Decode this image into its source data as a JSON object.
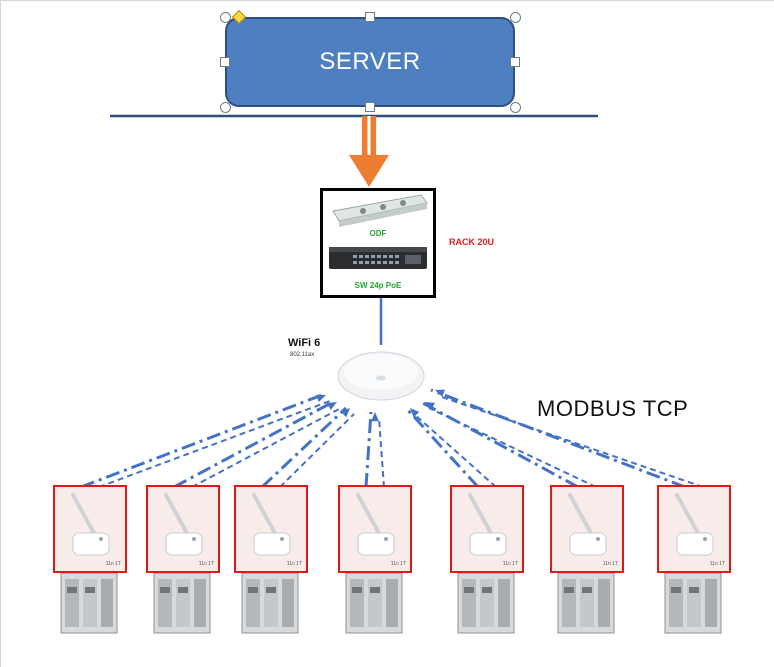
{
  "server": {
    "label": "SERVER"
  },
  "rack": {
    "odf_label": "ODF",
    "switch_label": "SW 24p PoE",
    "rack_label": "RACK 20U"
  },
  "wifi": {
    "brand": "WiFi 6",
    "standard": "802.11ax"
  },
  "protocol_label": "MODBUS  TCP",
  "nodes": [
    {
      "tag": "11n 1T"
    },
    {
      "tag": "11n 1T"
    },
    {
      "tag": "11n 1T"
    },
    {
      "tag": "11n 1T"
    },
    {
      "tag": "11n 1T"
    },
    {
      "tag": "11n 1T"
    },
    {
      "tag": "11n 1T"
    }
  ],
  "colors": {
    "server_fill": "#4e80c1",
    "arrow": "#ed7d31",
    "link_line": "#4472c4",
    "node_border": "#e01818",
    "label_green": "#22a832",
    "label_red": "#e21b1b"
  }
}
